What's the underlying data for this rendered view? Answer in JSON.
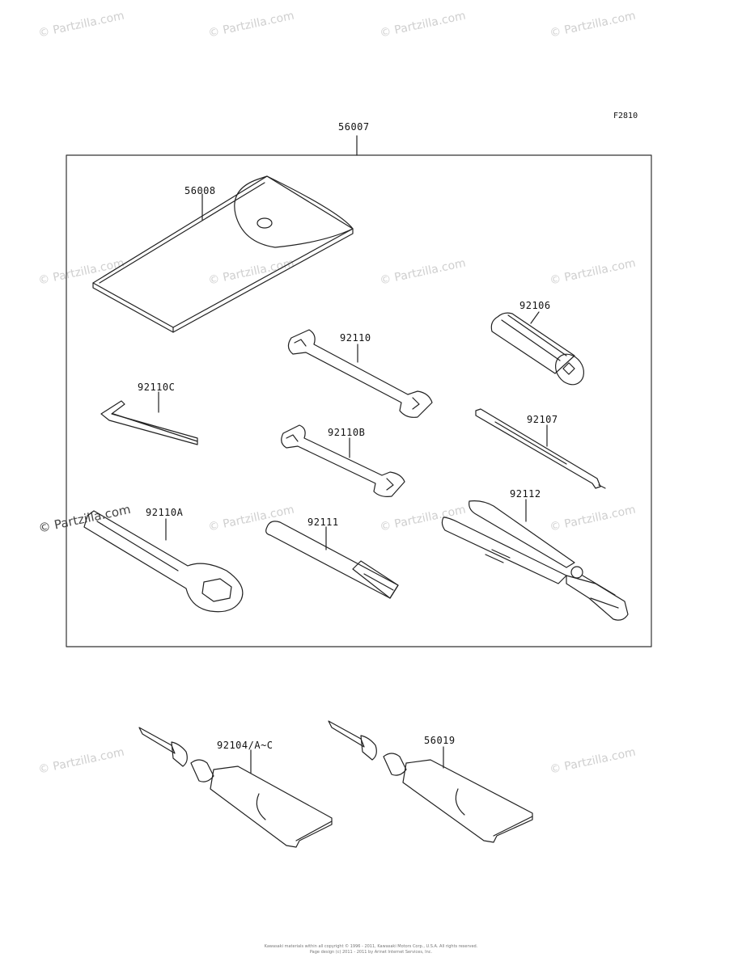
{
  "figure_code": "F2810",
  "watermark": "© Partzilla.com",
  "parts": {
    "kit": "56007",
    "case": "56008",
    "socket_wrench": "92106",
    "wrench_open_end": "92110",
    "hex_wrench": "92110C",
    "wrench_open_end_b": "92110B",
    "screwdriver": "92107",
    "ring_wrench": "92110A",
    "handle": "92111",
    "pliers": "92112",
    "grease_tube_a": "92104/A~C",
    "grease_tube_b": "56019"
  },
  "footer": {
    "line1": "Kawasaki materials within all copyright © 1996 - 2011, Kawasaki Motors Corp., U.S.A. All rights reserved.",
    "line2": "Page design (c) 2011 - 2011 by Arinet Internet Services, Inc."
  }
}
